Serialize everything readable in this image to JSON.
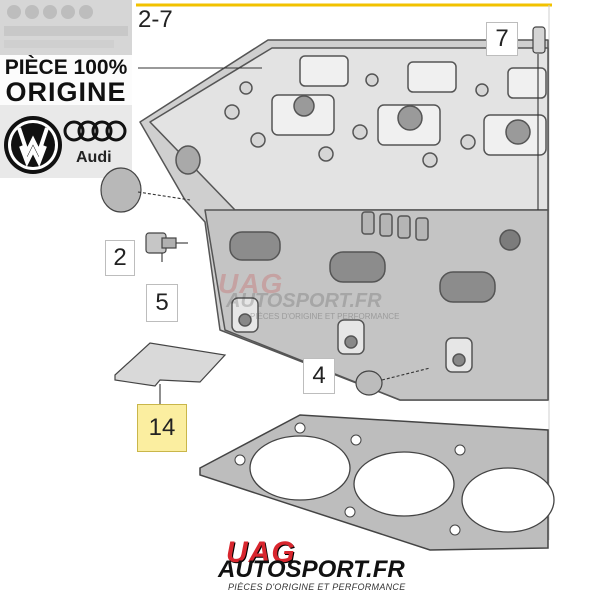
{
  "diagram": {
    "figure_number": "2-7",
    "callouts": [
      {
        "id": "7",
        "label": "7",
        "highlighted": false
      },
      {
        "id": "2",
        "label": "2",
        "highlighted": false
      },
      {
        "id": "5",
        "label": "5",
        "highlighted": false
      },
      {
        "id": "4",
        "label": "4",
        "highlighted": false
      },
      {
        "id": "14",
        "label": "14",
        "highlighted": true
      }
    ],
    "highlight_color": "#fbeea0"
  },
  "badge": {
    "line1": "PIÈCE 100%",
    "line2": "ORIGINE",
    "brand_text": "Audi"
  },
  "watermark": {
    "line1": "UAG",
    "line2": "AUTOSPORT.FR",
    "line3": "PIÈCES D'ORIGINE ET PERFORMANCE"
  },
  "footer_logo": {
    "line1": "UAG",
    "line2": "AUTOSPORT.FR",
    "tagline": "PIÈCES D'ORIGINE ET PERFORMANCE",
    "accent_color": "#d8262e"
  }
}
